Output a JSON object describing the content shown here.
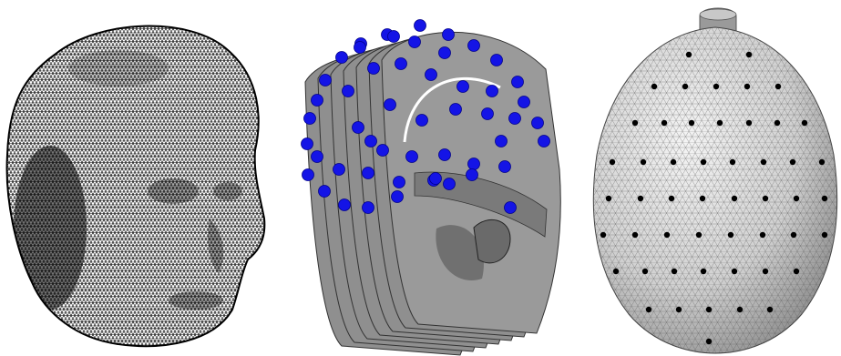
{
  "panels": [
    {
      "id": "mesh",
      "kind": "triangulated-head-surface",
      "style": "black-wireframe"
    },
    {
      "id": "slices",
      "kind": "head-slices-with-electrodes",
      "electrode_color": "#1414e6",
      "slice_fill": "#8c8c8c",
      "tissue_fill": "#6e6e6e"
    },
    {
      "id": "ovoid",
      "kind": "ovoid-head-model-with-electrodes",
      "electrode_color": "#000000",
      "surface_fill": "#d9d9d9"
    }
  ],
  "colors": {
    "background": "#ffffff",
    "wire": "#000000",
    "electrode_blue": "#1414e6",
    "slice_gray": "#8f8f8f",
    "slice_dark": "#707070",
    "ovoid_light": "#f2f2f2",
    "ovoid_dark": "#8a8a8a"
  }
}
